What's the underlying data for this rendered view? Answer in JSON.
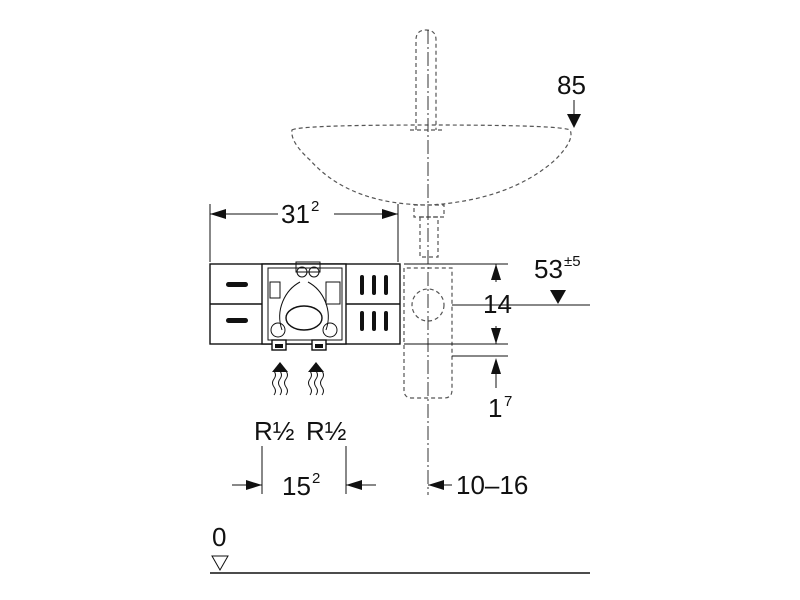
{
  "dimensions": {
    "width_main": "31",
    "width_main_sup": "2",
    "drain_height": "53",
    "drain_height_sup": "±5",
    "box_height": "14",
    "offset_bottom": "1",
    "offset_bottom_sup": "7",
    "basin_dim": "85",
    "inlet_spacing": "15",
    "inlet_spacing_sup": "2",
    "drain_offset": "10–16",
    "floor_level": "0"
  },
  "labels": {
    "inlet_left": "R½",
    "inlet_right": "R½"
  }
}
